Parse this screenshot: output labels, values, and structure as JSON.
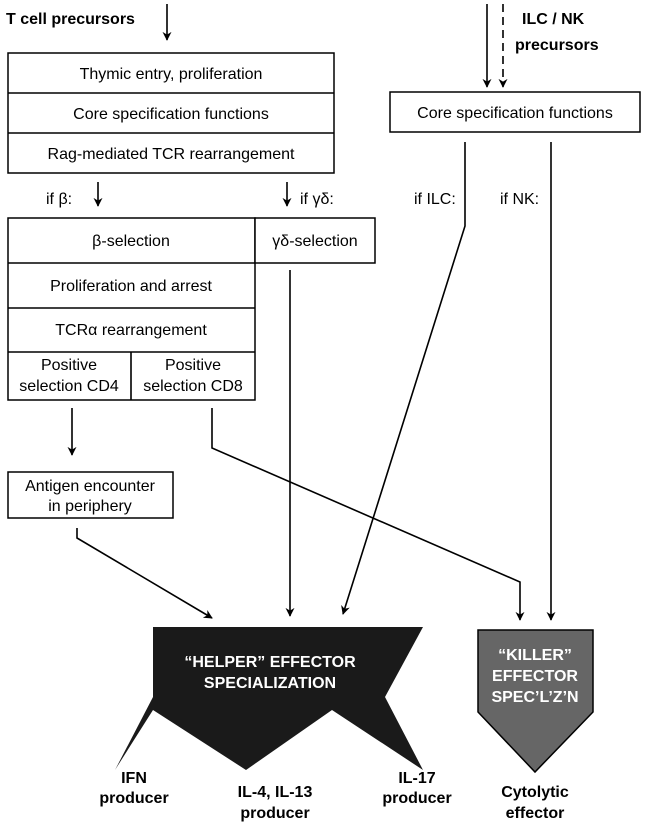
{
  "t_precursors": "T cell precursors",
  "ilc_precursors": [
    "ILC / NK",
    "precursors"
  ],
  "t_stack": [
    "Thymic entry, proliferation",
    "Core specification functions",
    "Rag-mediated TCR rearrangement"
  ],
  "ilc_box": "Core specification functions",
  "branch_labels": {
    "if_beta": "if β:",
    "if_gd": "if γδ:",
    "if_ilc": "if ILC:",
    "if_nk": "if NK:"
  },
  "beta_stack": {
    "beta_selection": "β-selection",
    "prolif_arrest": "Proliferation and arrest",
    "tcra": "TCRα rearrangement",
    "pos_cd4": [
      "Positive",
      "selection CD4"
    ],
    "pos_cd8": [
      "Positive",
      "selection CD8"
    ]
  },
  "gd_selection": "γδ-selection",
  "antigen_box": [
    "Antigen encounter",
    "in periphery"
  ],
  "helper": [
    "“HELPER” EFFECTOR",
    "SPECIALIZATION"
  ],
  "killer": [
    "“KILLER”",
    "EFFECTOR",
    "SPEC’L’Z’N"
  ],
  "outputs": {
    "ifn": [
      "IFN",
      "producer"
    ],
    "il4": [
      "IL-4, IL-13",
      "producer"
    ],
    "il17": [
      "IL-17",
      "producer"
    ],
    "cyto": [
      "Cytolytic",
      "effector"
    ]
  },
  "colors": {
    "helper_fill": "#1a1a1a",
    "killer_fill": "#666666"
  }
}
